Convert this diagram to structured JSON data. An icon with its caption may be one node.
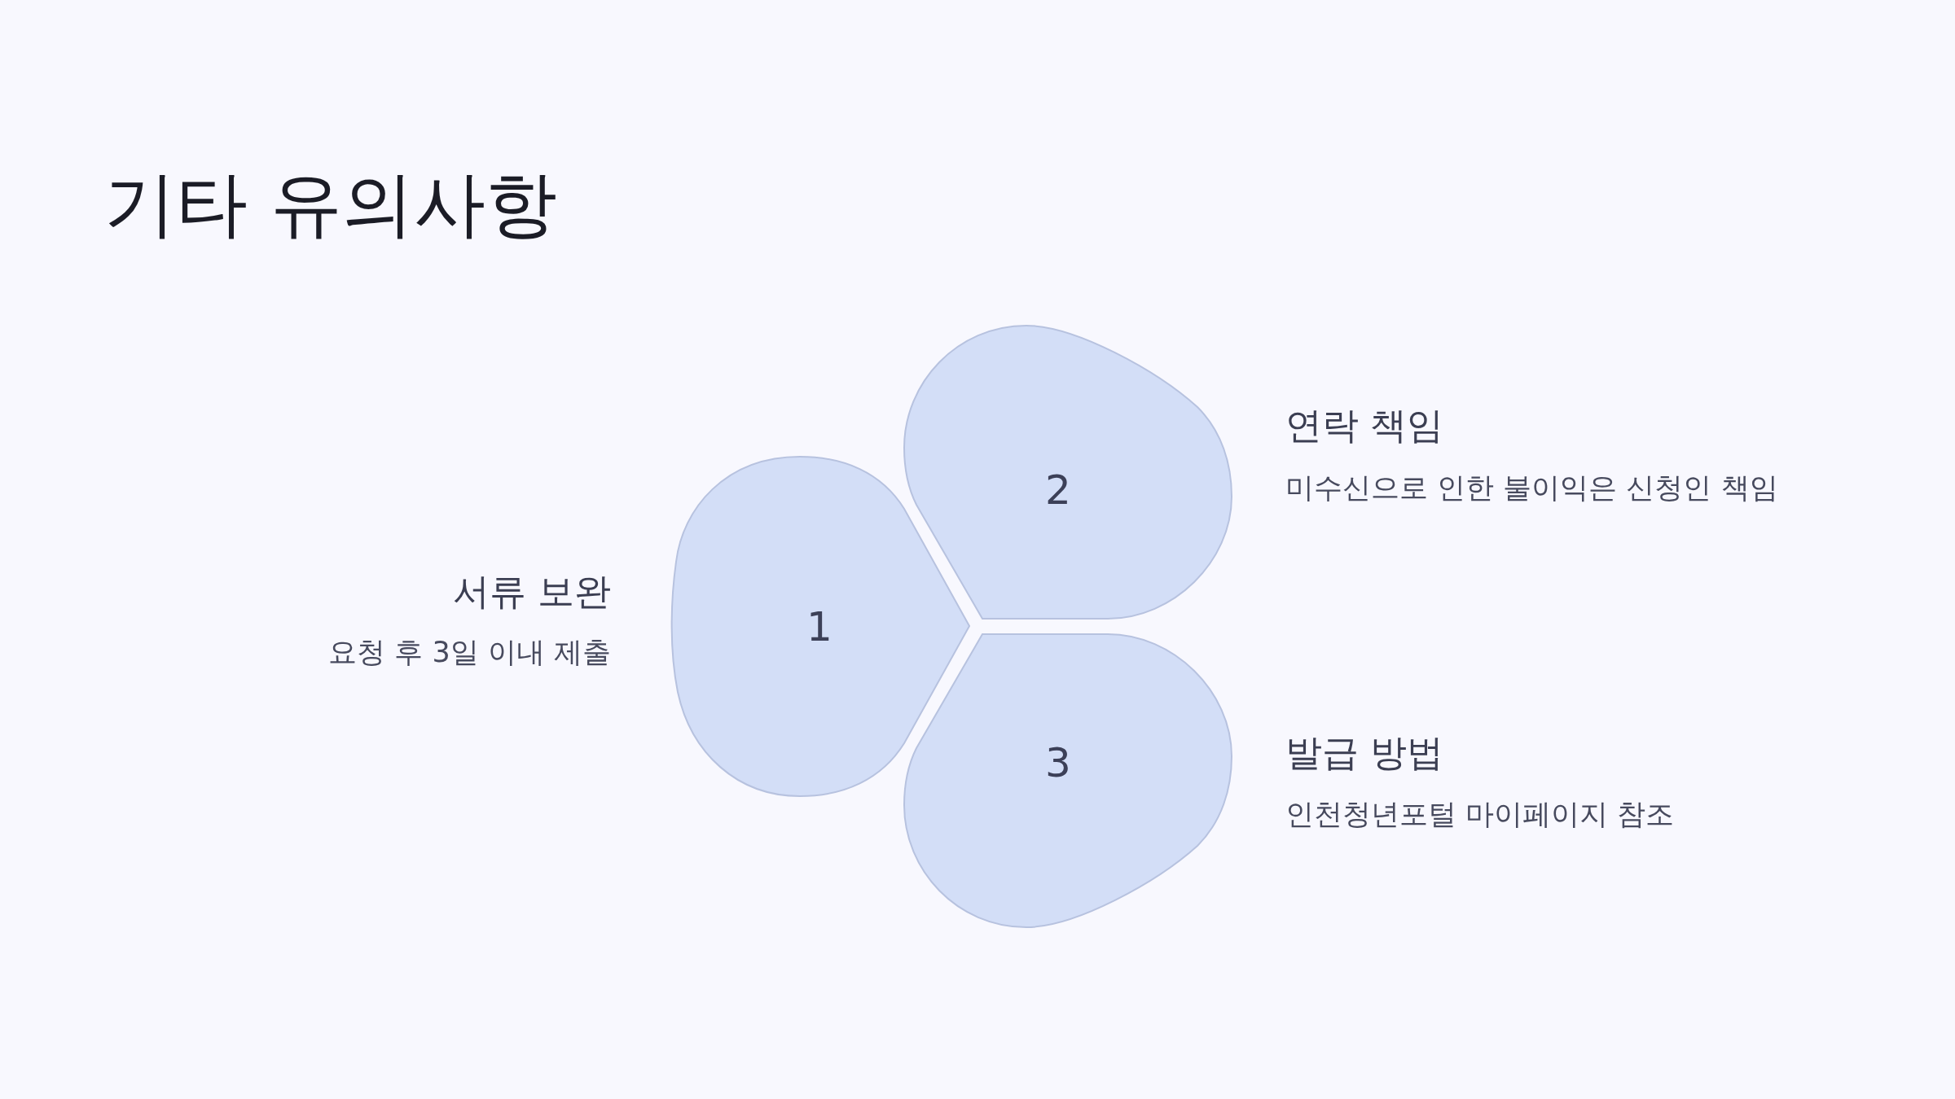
{
  "diagram": {
    "title": "기타 유의사항",
    "nodes": [
      {
        "text": [
          "1"
        ],
        "beside": [
          "서류 보완",
          "요청 후 3일 이내 제출"
        ]
      },
      {
        "text": [
          "2"
        ],
        "beside": [
          "연락 책임",
          "미수신으로 인한 불이익은 신청인 책임"
        ]
      },
      {
        "text": [
          "3"
        ],
        "beside": [
          "발급 방법",
          "인천청년포털 마이페이지 참조"
        ]
      }
    ]
  }
}
